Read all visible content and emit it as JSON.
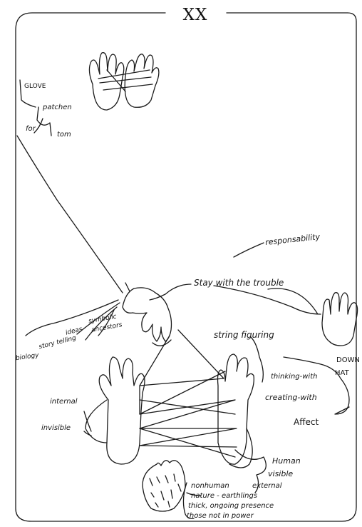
{
  "title": "XX",
  "labels": {
    "glove": "GLOVE",
    "patchen": "patchen",
    "for": "for",
    "tom": "tom",
    "responsibility": "responsability",
    "stay": "Stay with the trouble",
    "symbolic": "symbolic",
    "ancestors": "ancestors",
    "ideas": "ideas",
    "storytelling": "story telling",
    "biology": "biology",
    "string_figuring": "string figuring",
    "thinking_with": "thinking-with",
    "creating_with": "creating-with",
    "affect": "Affect",
    "down": "DOWN",
    "hat": "HAT",
    "internal": "internal",
    "invisible": "invisible",
    "human": "Human",
    "visible": "visible",
    "external": "external",
    "nonhuman": "nonhuman",
    "nature": "nature - earthlings",
    "thick": "thick, ongoing presence",
    "those": "those not in power"
  }
}
